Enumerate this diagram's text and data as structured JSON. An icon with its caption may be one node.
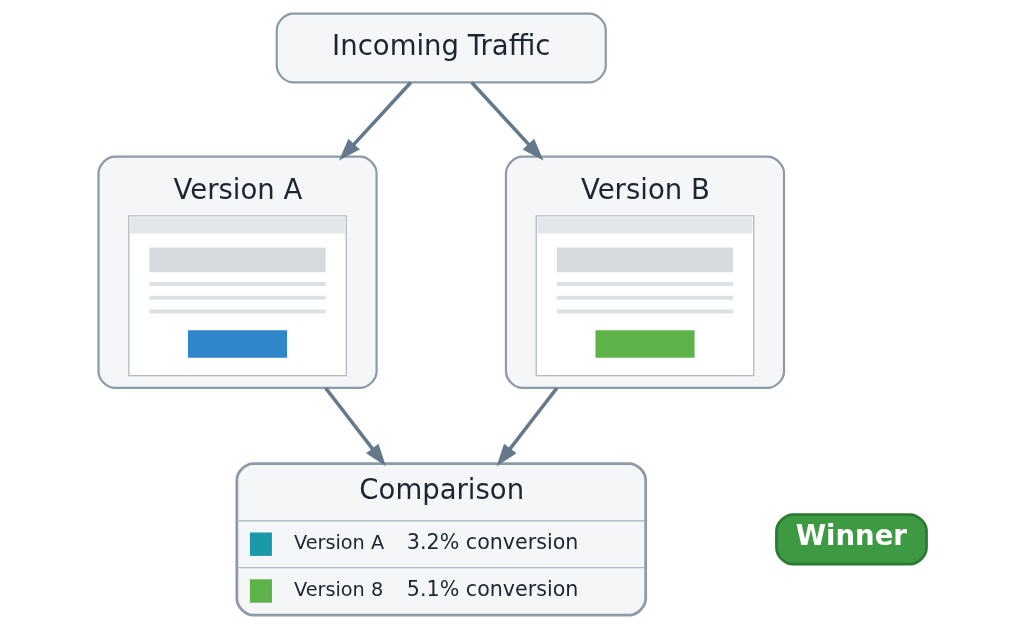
{
  "diagram": {
    "nodes": [
      {
        "text": [
          "Incoming Traffic"
        ]
      },
      {
        "text": [
          "Version A"
        ]
      },
      {
        "text": [
          "Version B"
        ]
      },
      {
        "text": [
          "Comparison",
          "Version A",
          "3.2% conversion",
          "Version 8",
          "5.1% conversion"
        ]
      },
      {
        "text": [
          "Winner"
        ]
      }
    ],
    "edges": [
      {
        "from": 0,
        "to": 1,
        "arrow": "to"
      },
      {
        "from": 0,
        "to": 2,
        "arrow": "to"
      },
      {
        "from": 1,
        "to": 3,
        "arrow": "to"
      },
      {
        "from": 2,
        "to": 3,
        "arrow": "to"
      }
    ]
  }
}
